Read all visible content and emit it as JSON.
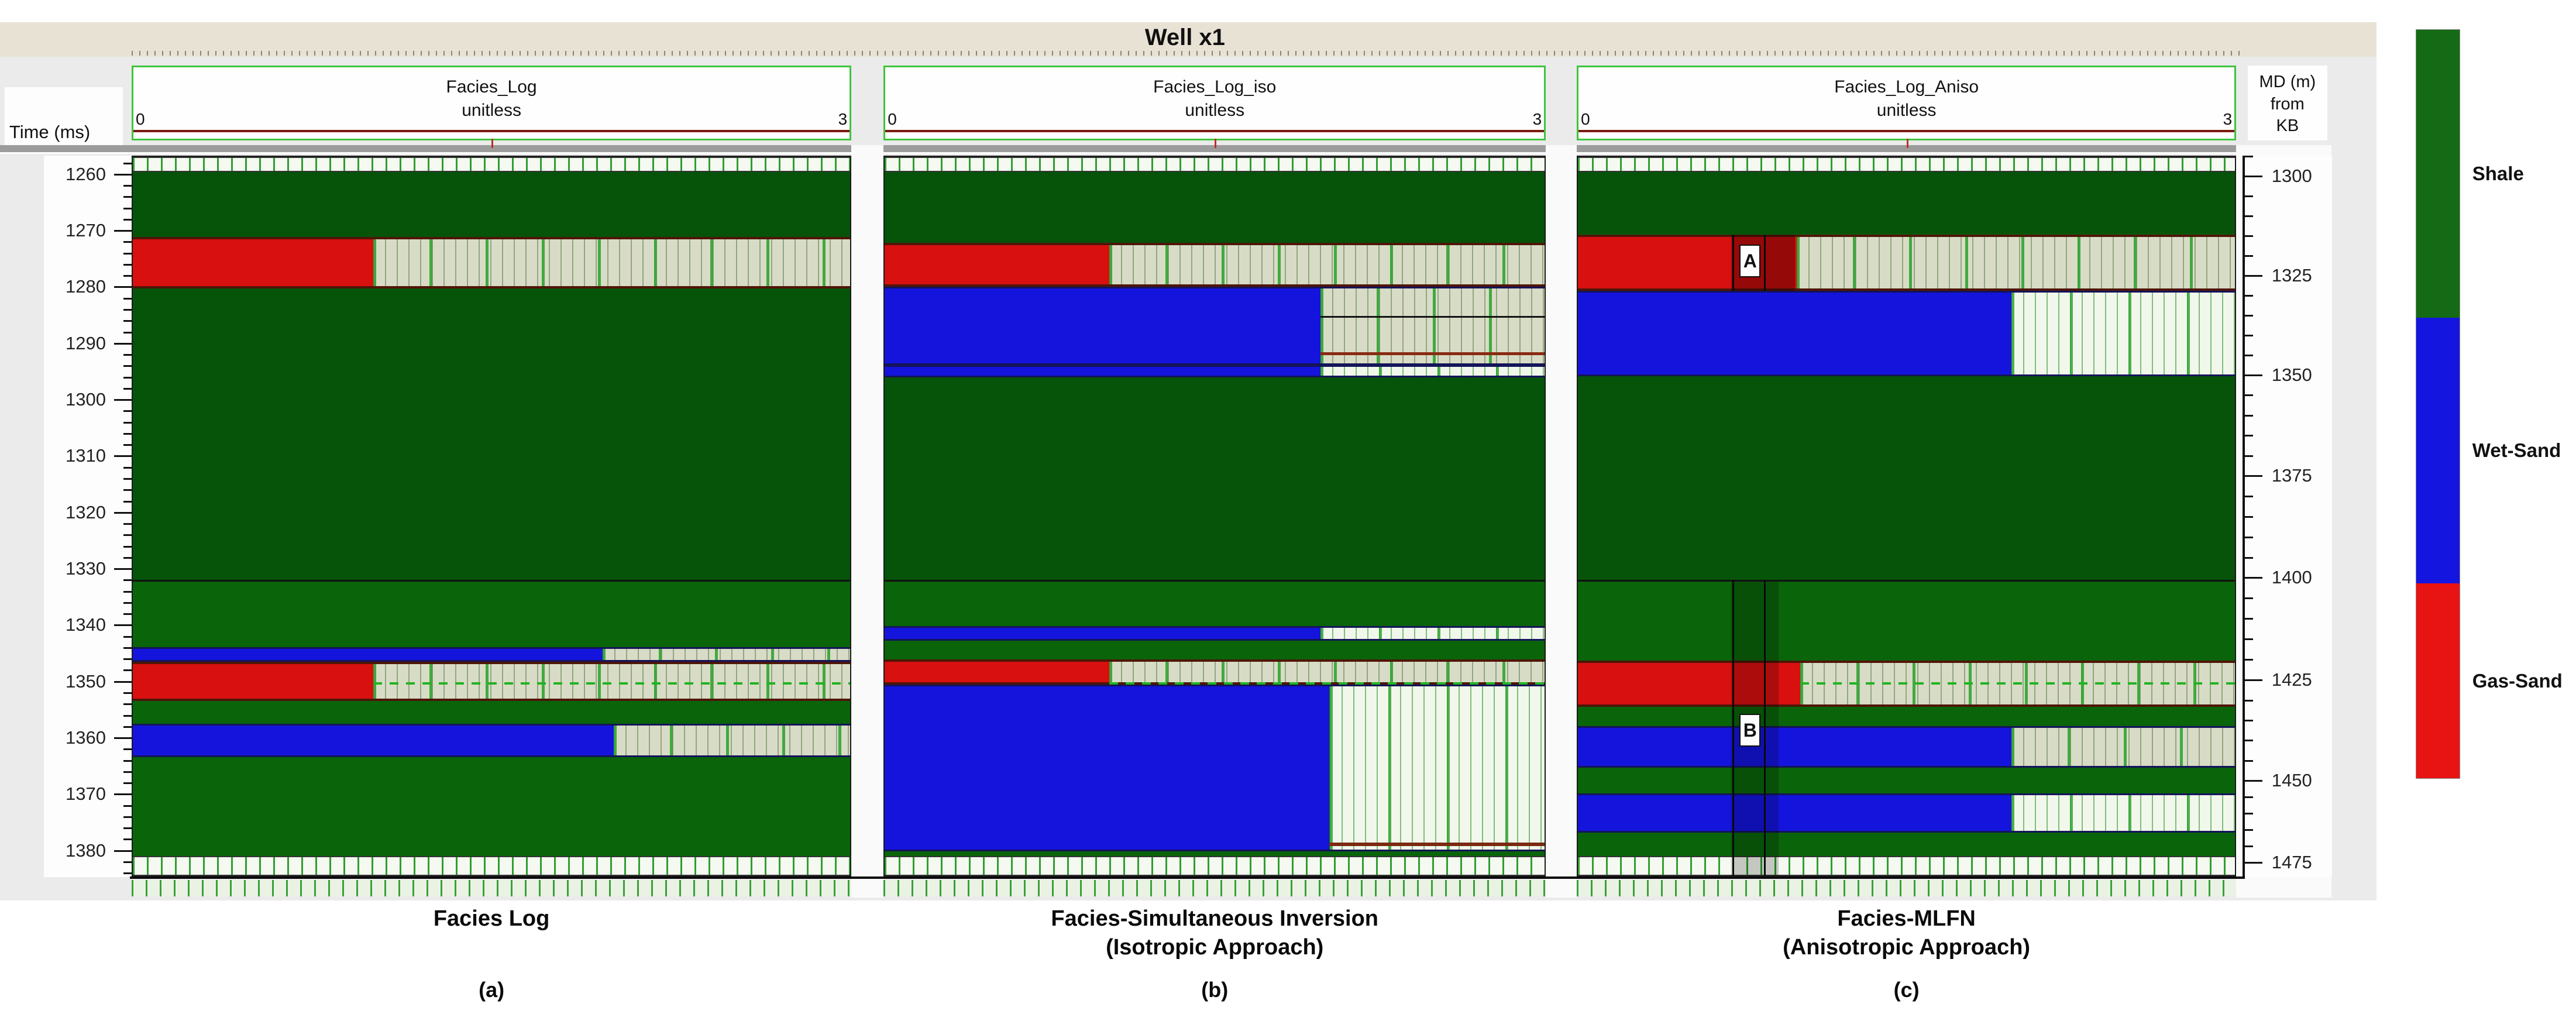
{
  "title": "Well x1",
  "chart_data": {
    "type": "heatmap",
    "description": "Well facies-log comparison display: three vertical track panels (measured facies log, isotropic simultaneous inversion result, anisotropic MLFN result) plotted against two-way time with equivalent measured depth on the right; colors encode facies classes.",
    "time_axis": {
      "label": "Time (ms)",
      "min": 1256.7,
      "max": 1384.7,
      "major_tick_labels": [
        1260,
        1270,
        1280,
        1290,
        1300,
        1310,
        1320,
        1330,
        1340,
        1350,
        1360,
        1370,
        1380
      ],
      "minor_tick_step_ms": 2
    },
    "depth_axis": {
      "label_lines": [
        "MD (m)",
        "from",
        "KB"
      ],
      "ticks": [
        {
          "label": "1300",
          "frac": 0.028
        },
        {
          "label": "1325",
          "frac": 0.166
        },
        {
          "label": "1350",
          "frac": 0.304
        },
        {
          "label": "1375",
          "frac": 0.444
        },
        {
          "label": "1400",
          "frac": 0.585
        },
        {
          "label": "1425",
          "frac": 0.727
        },
        {
          "label": "1450",
          "frac": 0.866
        },
        {
          "label": "1475",
          "frac": 0.98
        }
      ]
    },
    "palette": {
      "shale": "#0a640a",
      "shale_dark": "#06530a",
      "wet": "#1414dd",
      "gas": "#d81010",
      "hatch_cream": "#d8dcc6",
      "hatch_white": "#f2f7ec",
      "horizon_black": "#111111",
      "horizon_dashed_green": "#21b321",
      "gas_border": "#4f1507",
      "wet_border": "#14145a"
    },
    "legend": {
      "items": [
        {
          "label": "Shale",
          "color": "#156b15",
          "frac": 0.385
        },
        {
          "label": "Wet-Sand",
          "color": "#1515e0",
          "frac": 0.355
        },
        {
          "label": "Gas-Sand",
          "color": "#e81414",
          "frac": 0.26
        }
      ]
    },
    "horizons": {
      "black_marker_time_ms": 1332,
      "dashed_green_time_ms": 1350.2
    },
    "tracks": [
      {
        "header": {
          "name": "Facies_Log",
          "units": "unitless",
          "min": "0",
          "max": "3"
        },
        "caption_lines": [
          "Facies Log"
        ],
        "letter": "(a)",
        "bands": [
          {
            "t0": 1256.7,
            "t1": 1259.4,
            "type": "strip"
          },
          {
            "t0": 1259.4,
            "t1": 1271.0,
            "type": "shale",
            "shade": "dark"
          },
          {
            "t0": 1271.0,
            "t1": 1280.1,
            "type": "gas",
            "w": 0.335,
            "hatch": "cream"
          },
          {
            "t0": 1280.1,
            "t1": 1332.0,
            "type": "shale",
            "shade": "dark"
          },
          {
            "t0": 1332.0,
            "t1": 1344.0,
            "type": "shale"
          },
          {
            "t0": 1344.0,
            "t1": 1346.6,
            "type": "wet",
            "w": 0.655,
            "hatch": "cream"
          },
          {
            "t0": 1346.6,
            "t1": 1353.6,
            "type": "gas",
            "w": 0.335,
            "hatch": "cream"
          },
          {
            "t0": 1353.6,
            "t1": 1357.6,
            "type": "shale"
          },
          {
            "t0": 1357.6,
            "t1": 1363.6,
            "type": "wet",
            "w": 0.67,
            "hatch": "cream"
          },
          {
            "t0": 1363.6,
            "t1": 1381.2,
            "type": "shale"
          },
          {
            "t0": 1381.2,
            "t1": 1384.7,
            "type": "strip"
          }
        ],
        "extras": [
          {
            "type": "hline",
            "t": 1332,
            "c": "#111111",
            "h": 3
          },
          {
            "type": "dash",
            "t": 1350.2,
            "x0": 0.335,
            "x1": 1
          }
        ]
      },
      {
        "header": {
          "name": "Facies_Log_iso",
          "units": "unitless",
          "min": "0",
          "max": "3"
        },
        "caption_lines": [
          "Facies-Simultaneous Inversion",
          "(Isotropic Approach)"
        ],
        "letter": "(b)",
        "bands": [
          {
            "t0": 1256.7,
            "t1": 1259.4,
            "type": "strip"
          },
          {
            "t0": 1259.4,
            "t1": 1272.0,
            "type": "shale",
            "shade": "dark"
          },
          {
            "t0": 1272.0,
            "t1": 1279.8,
            "type": "gas",
            "w": 0.34,
            "hatch": "cream"
          },
          {
            "t0": 1279.8,
            "t1": 1293.8,
            "type": "wet",
            "w": 0.66,
            "hatch": "cream"
          },
          {
            "t0": 1293.8,
            "t1": 1296.0,
            "type": "wet",
            "w": 0.66,
            "hatch": "white"
          },
          {
            "t0": 1296.0,
            "t1": 1332.0,
            "type": "shale",
            "shade": "dark"
          },
          {
            "t0": 1332.0,
            "t1": 1340.2,
            "type": "shale"
          },
          {
            "t0": 1340.2,
            "t1": 1342.8,
            "type": "wet",
            "w": 0.66,
            "hatch": "white"
          },
          {
            "t0": 1342.8,
            "t1": 1346.2,
            "type": "shale"
          },
          {
            "t0": 1346.2,
            "t1": 1350.6,
            "type": "gas",
            "w": 0.34,
            "hatch": "cream"
          },
          {
            "t0": 1350.6,
            "t1": 1380.3,
            "type": "wet",
            "w": 0.674,
            "hatch": "white"
          },
          {
            "t0": 1380.3,
            "t1": 1381.2,
            "type": "shale"
          },
          {
            "t0": 1381.2,
            "t1": 1384.7,
            "type": "strip"
          }
        ],
        "extras": [
          {
            "type": "hline",
            "t": 1332,
            "c": "#111111",
            "h": 3
          },
          {
            "type": "hline",
            "t": 1285.0,
            "x0": 0.66,
            "x1": 1,
            "c": "#151515",
            "h": 3
          },
          {
            "type": "hline",
            "t": 1291.5,
            "x0": 0.66,
            "x1": 1,
            "c": "#8a2a12",
            "h": 5
          },
          {
            "type": "hline",
            "t": 1378.8,
            "x0": 0.674,
            "x1": 1,
            "c": "#7a2a10",
            "h": 6
          },
          {
            "type": "dash",
            "t": 1350.2,
            "x0": 0.34,
            "x1": 1
          }
        ]
      },
      {
        "header": {
          "name": "Facies_Log_Aniso",
          "units": "unitless",
          "min": "0",
          "max": "3"
        },
        "caption_lines": [
          "Facies-MLFN",
          "(Anisotropic Approach)"
        ],
        "letter": "(c)",
        "bands": [
          {
            "t0": 1256.7,
            "t1": 1259.4,
            "type": "strip"
          },
          {
            "t0": 1259.4,
            "t1": 1270.5,
            "type": "shale",
            "shade": "dark"
          },
          {
            "t0": 1270.5,
            "t1": 1280.6,
            "type": "gas",
            "w": 0.333,
            "hatch": "cream"
          },
          {
            "t0": 1280.6,
            "t1": 1295.8,
            "type": "wet",
            "w": 0.66,
            "hatch": "white"
          },
          {
            "t0": 1295.8,
            "t1": 1332.0,
            "type": "shale",
            "shade": "dark"
          },
          {
            "t0": 1332.0,
            "t1": 1346.4,
            "type": "shale"
          },
          {
            "t0": 1346.4,
            "t1": 1354.6,
            "type": "gas",
            "w": 0.338,
            "hatch": "cream"
          },
          {
            "t0": 1354.6,
            "t1": 1358.0,
            "type": "shale"
          },
          {
            "t0": 1358.0,
            "t1": 1365.4,
            "type": "wet",
            "w": 0.66,
            "hatch": "cream"
          },
          {
            "t0": 1365.4,
            "t1": 1370.0,
            "type": "shale"
          },
          {
            "t0": 1370.0,
            "t1": 1377.0,
            "type": "wet",
            "w": 0.66,
            "hatch": "white"
          },
          {
            "t0": 1377.0,
            "t1": 1381.2,
            "type": "shale"
          },
          {
            "t0": 1381.2,
            "t1": 1384.7,
            "type": "strip"
          }
        ],
        "extras": [
          {
            "type": "hline",
            "t": 1332,
            "c": "#111111",
            "h": 3
          },
          {
            "type": "dash",
            "t": 1350.2,
            "x0": 0.338,
            "x1": 1
          },
          {
            "type": "shade",
            "x0": 0.233,
            "x1": 0.33,
            "t0": 1270.5,
            "t1": 1280.6,
            "c": "rgba(40,0,0,0.38)"
          },
          {
            "type": "vline",
            "x": 0.235,
            "t0": 1270.5,
            "t1": 1280.6
          },
          {
            "type": "vline",
            "x": 0.283,
            "t0": 1270.5,
            "t1": 1280.6
          },
          {
            "type": "box",
            "label": "A",
            "t": 1275.2,
            "x": 0.262
          },
          {
            "type": "shade",
            "x0": 0.233,
            "x1": 0.305,
            "t0": 1332,
            "t1": 1384.7,
            "c": "rgba(0,0,0,0.20)"
          },
          {
            "type": "vline",
            "x": 0.235,
            "t0": 1332,
            "t1": 1384.7
          },
          {
            "type": "vline",
            "x": 0.283,
            "t0": 1332,
            "t1": 1384.7
          },
          {
            "type": "box",
            "label": "B",
            "t": 1358.8,
            "x": 0.262
          }
        ]
      }
    ]
  },
  "left_axis_title": "Time (ms)",
  "right_axis_title_lines": [
    "MD (m)",
    "from",
    "KB"
  ]
}
